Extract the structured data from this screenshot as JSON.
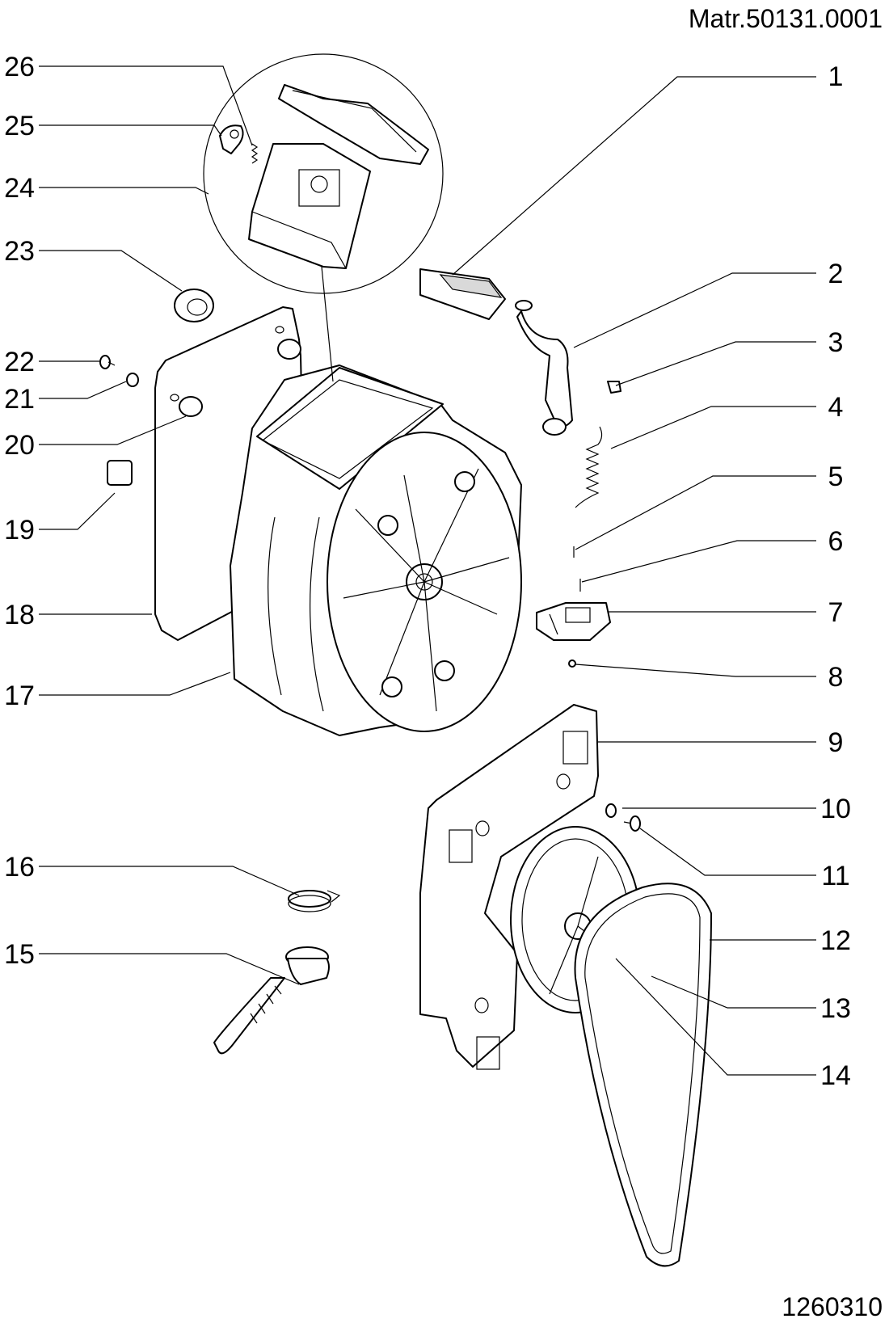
{
  "header": {
    "material_number": "Matr.50131.0001"
  },
  "footer": {
    "drawing_number": "1260310"
  },
  "callouts": [
    "1",
    "2",
    "3",
    "4",
    "5",
    "6",
    "7",
    "8",
    "9",
    "10",
    "11",
    "12",
    "13",
    "14",
    "15",
    "16",
    "17",
    "18",
    "19",
    "20",
    "21",
    "22",
    "23",
    "24",
    "25",
    "26"
  ]
}
